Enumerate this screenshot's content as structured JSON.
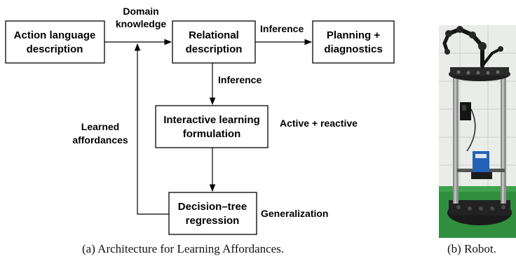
{
  "diagram": {
    "nodes": {
      "action_language": [
        "Action language",
        "description"
      ],
      "relational": [
        "Relational",
        "description"
      ],
      "planning": [
        "Planning +",
        "diagnostics"
      ],
      "interactive": [
        "Interactive learning",
        "formulation"
      ],
      "decision_tree": [
        "Decision–tree",
        "regression"
      ]
    },
    "edge_labels": {
      "domain_knowledge": [
        "Domain",
        "knowledge"
      ],
      "inference_right": "Inference",
      "inference_down": "Inference",
      "learned_affordances": [
        "Learned",
        "affordances"
      ],
      "active_reactive": "Active + reactive",
      "generalization": "Generalization"
    }
  },
  "captions": {
    "a": "(a) Architecture for Learning Affordances.",
    "b": "(b) Robot."
  }
}
